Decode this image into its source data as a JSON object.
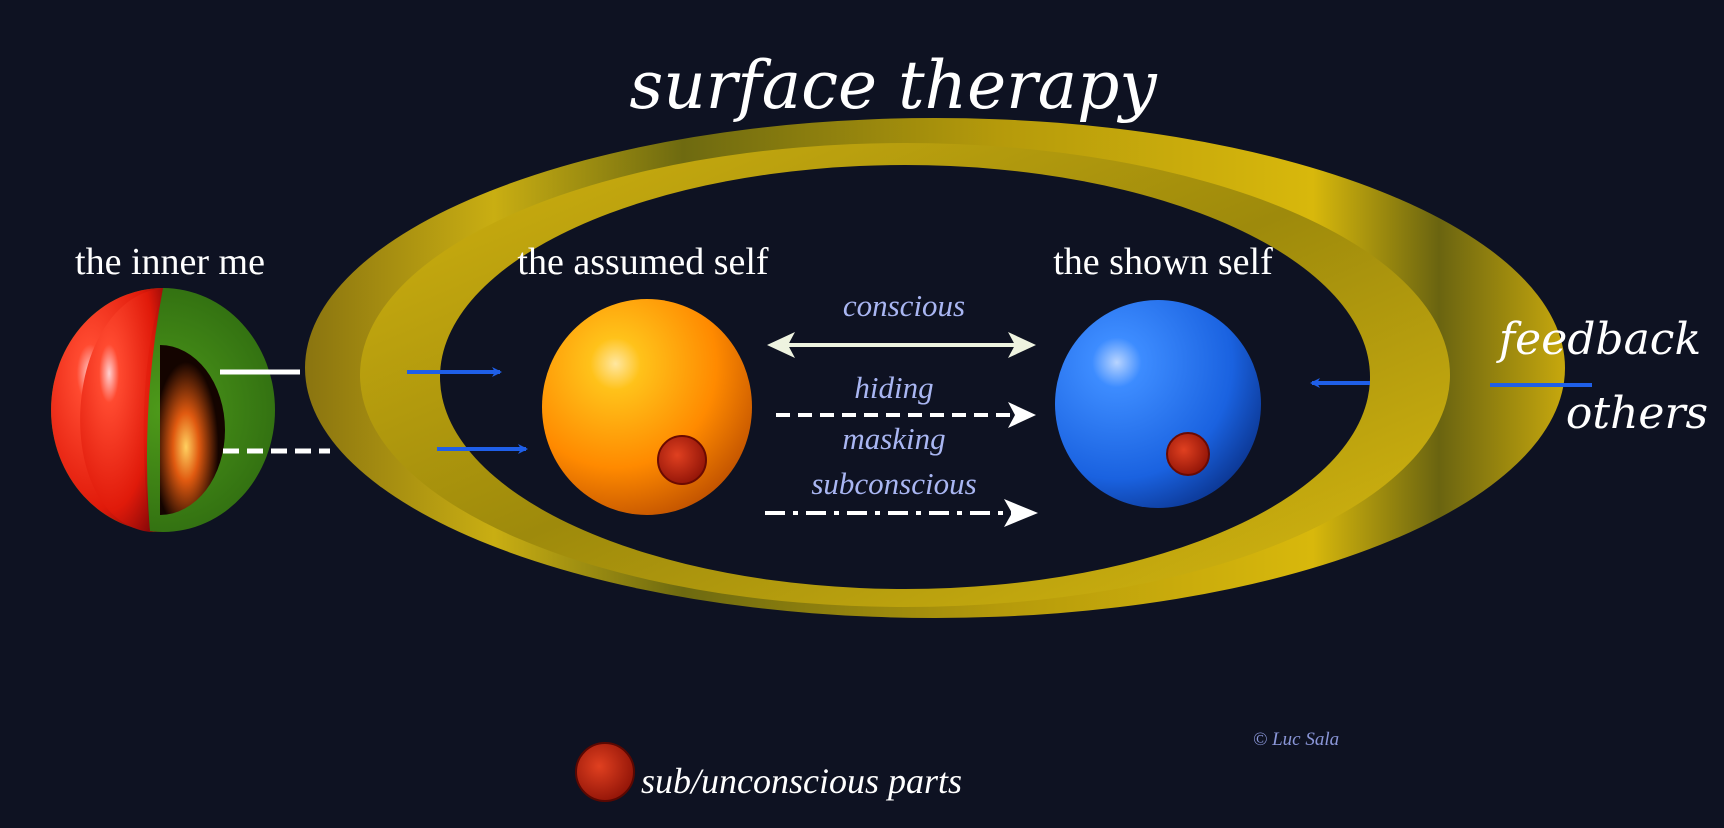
{
  "title": "surface therapy",
  "nodes": {
    "inner_me": "the inner me",
    "assumed_self": "the assumed self",
    "shown_self": "the shown self"
  },
  "flows": {
    "conscious": "conscious",
    "hiding": "hiding",
    "masking": "masking",
    "subconscious": "subconscious"
  },
  "external": {
    "feedback": "feedback",
    "others": "others"
  },
  "legend": {
    "sub_parts": "sub/unconscious parts"
  },
  "credit": "© Luc Sala",
  "colors": {
    "background": "#0e1222",
    "gold": "#c9a80c",
    "arrow_blue": "#1f5fe8",
    "flow_text": "#a9b6f2"
  }
}
